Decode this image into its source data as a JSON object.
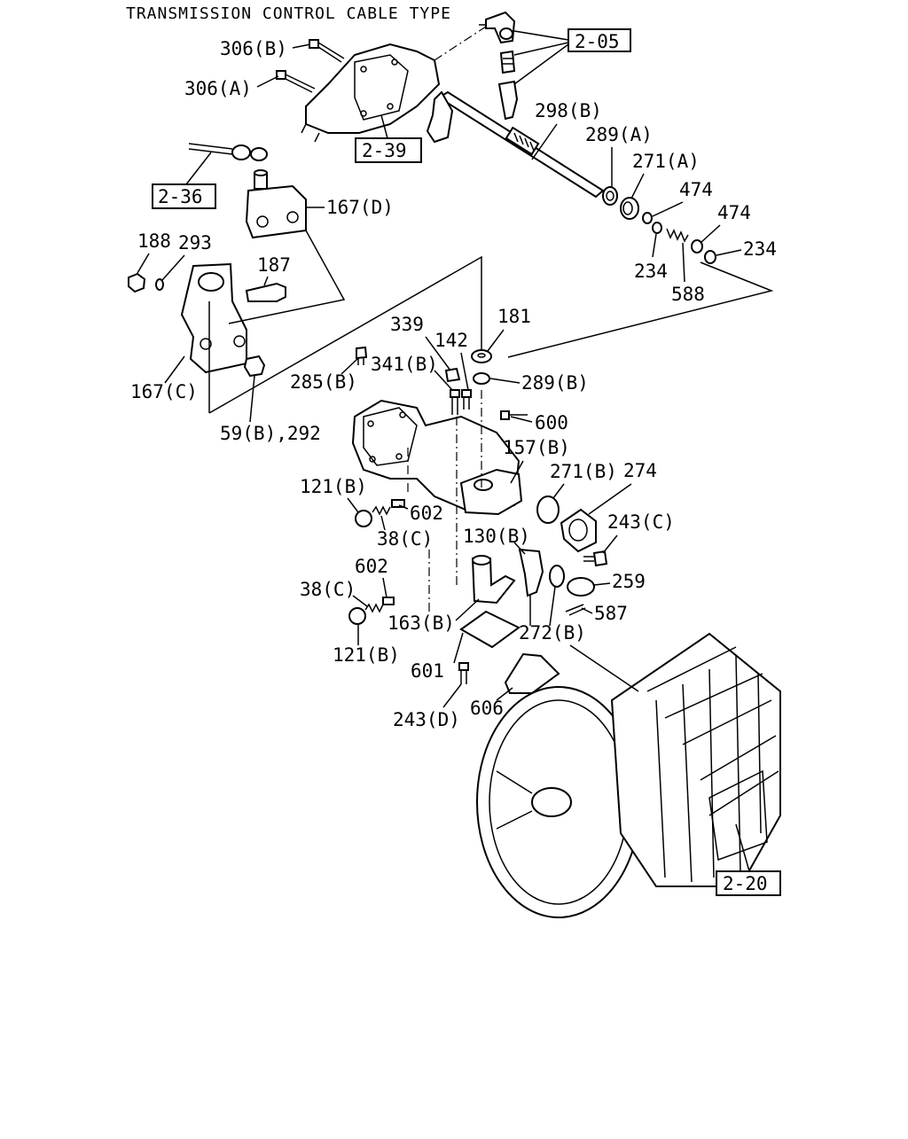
{
  "title": "TRANSMISSION CONTROL CABLE TYPE",
  "refs": {
    "r205": "2-05",
    "r239": "2-39",
    "r236": "2-36",
    "r220": "2-20"
  },
  "labels": {
    "p306b": "306(B)",
    "p306a": "306(A)",
    "p298b": "298(B)",
    "p289a": "289(A)",
    "p271a": "271(A)",
    "p474a": "474",
    "p474b": "474",
    "p234a": "234",
    "p234b": "234",
    "p588": "588",
    "p167d": "167(D)",
    "p188": "188",
    "p293": "293",
    "p187": "187",
    "p167c": "167(C)",
    "p59b": "59(B),292",
    "p339": "339",
    "p142": "142",
    "p181": "181",
    "p341b": "341(B)",
    "p289b": "289(B)",
    "p285b": "285(B)",
    "p600": "600",
    "p157b": "157(B)",
    "p271b": "271(B)",
    "p274": "274",
    "p121b1": "121(B)",
    "p602a": "602",
    "p38c1": "38(C)",
    "p243c": "243(C)",
    "p130b": "130(B)",
    "p602b": "602",
    "p38c2": "38(C)",
    "p259": "259",
    "p587": "587",
    "p163b": "163(B)",
    "p272b": "272(B)",
    "p121b2": "121(B)",
    "p601": "601",
    "p606": "606",
    "p243d": "243(D)"
  }
}
